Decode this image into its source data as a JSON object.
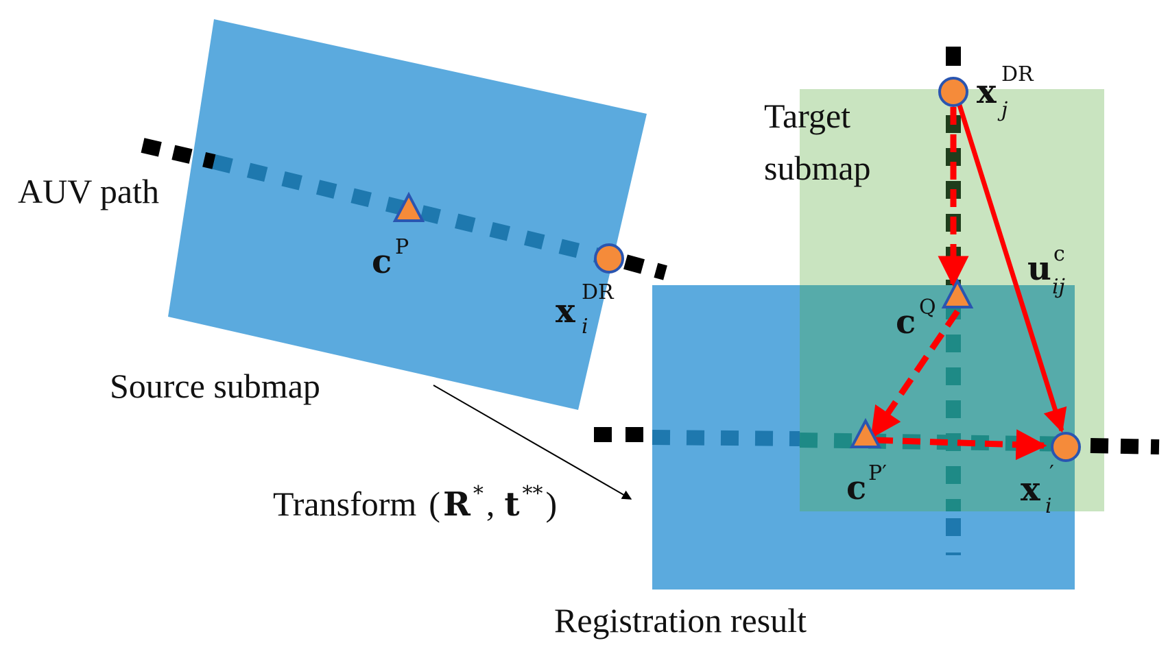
{
  "labels": {
    "auv_path": "AUV path",
    "source_submap": "Source submap",
    "target_submap_line1": "Target",
    "target_submap_line2": "submap",
    "registration_result": "Registration result",
    "transform_text": "Transform",
    "transform_open": "(",
    "transform_R": "R",
    "transform_R_sup": "*",
    "transform_comma": ",",
    "transform_t": "t",
    "transform_t_sup": "**",
    "transform_close": ")"
  },
  "math": {
    "cP": {
      "base": "c",
      "sup": "P"
    },
    "xi_DR": {
      "base": "x",
      "sub": "i",
      "sup": "DR"
    },
    "xj_DR": {
      "base": "x",
      "sub": "j",
      "sup": "DR"
    },
    "cQ": {
      "base": "c",
      "sup": "Q"
    },
    "uij_c": {
      "base": "u",
      "sub": "ij",
      "sup": "c"
    },
    "cP_prime": {
      "base": "c",
      "sup": "P′"
    },
    "xi_prime": {
      "base": "x",
      "sub": "i",
      "sup": "′"
    }
  },
  "colors": {
    "source_submap_fill": "#5BAADE",
    "target_submap_fill": "#C9E4C0",
    "overlap_fill": "#56ABAA",
    "path_black": "#000000",
    "path_on_blue": "#1E78AE",
    "path_on_overlap": "#1E8A86",
    "marker_orange": "#F58B3A",
    "marker_outline": "#2A55B0",
    "vector_red": "#FF0000"
  }
}
